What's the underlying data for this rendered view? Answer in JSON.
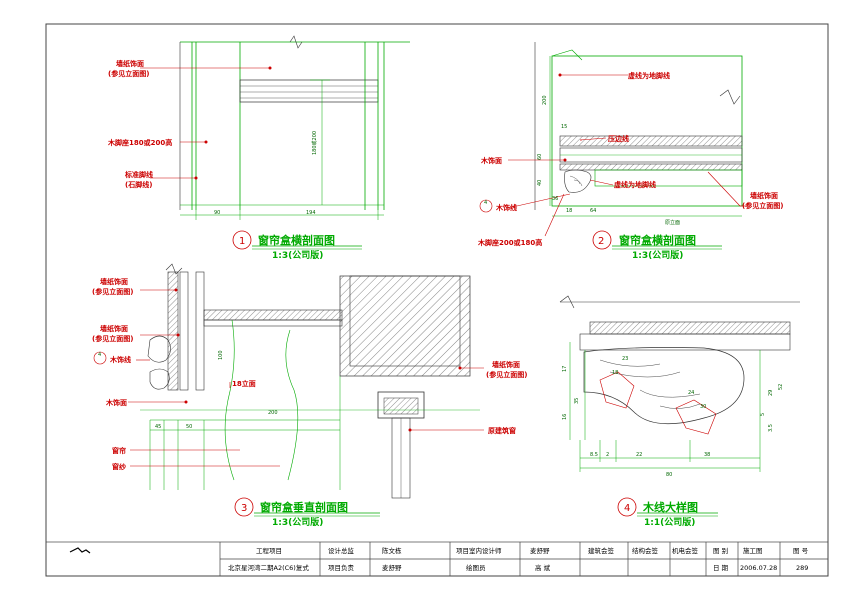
{
  "sections": [
    {
      "number": "1",
      "title": "窗帘盒横剖面图",
      "scale": "1:3(公司版)"
    },
    {
      "number": "2",
      "title": "窗帘盒横剖面图",
      "scale": "1:3(公司版)"
    },
    {
      "number": "3",
      "title": "窗帘盒垂直剖面图",
      "scale": "1:3(公司版)"
    },
    {
      "number": "4",
      "title": "木线大样图",
      "scale": "1:1(公司版)"
    }
  ],
  "labels": {
    "s1_wallpaper": "墙纸饰面",
    "s1_wallpaper_ref": "(参见立面图)",
    "s1_skirting": "木脚座180或200高",
    "s1_std_skirting": "标准脚线",
    "s1_stone_skirting": "(石脚线)",
    "s2_dashed_floor": "虚线为地脚线",
    "s2_press_line": "压边线",
    "s2_wood_face": "木饰面",
    "s2_dashed_floor2": "虚线为地脚线",
    "s2_wood_trim": "木饰线",
    "s2_wallpaper": "墙纸饰面",
    "s2_wallpaper_ref": "(参见立面图)",
    "s2_skirting": "木脚座200或180高",
    "s3_wallpaper_top": "墙纸饰面",
    "s3_wallpaper_top_ref": "(参见立面图)",
    "s3_wallpaper_mid": "墙纸饰面",
    "s3_wallpaper_mid_ref": "(参见立面图)",
    "s3_wood_trim": "木饰线",
    "s3_wood_face": "木饰面",
    "s3_curtain": "窗帘",
    "s3_sheer": "窗纱",
    "s3_curtain_rail": "18立面",
    "s3_wallpaper_right": "墙纸饰面",
    "s3_wallpaper_right_ref": "(参见立面图)",
    "s3_window": "原建筑窗",
    "tag_4": "4"
  },
  "dims": {
    "s1_90": "90",
    "s1_194": "194",
    "s1_h": "180或200",
    "s2_200": "200",
    "s2_15": "15",
    "s2_60": "60",
    "s2_40": "40",
    "s2_18": "18",
    "s2_64": "64",
    "s2_36": "36",
    "s2_wall": "原立面",
    "s3_100": "100",
    "s3_45": "45",
    "s3_50": "50",
    "s3_200": "200",
    "s4_23": "23",
    "s4_18": "18",
    "s4_24": "24",
    "s4_30": "30",
    "s4_8_5": "8.5",
    "s4_2": "2",
    "s4_22": "22",
    "s4_38": "38",
    "s4_80": "80",
    "s4_17": "17",
    "s4_16": "16",
    "s4_35": "35",
    "s4_5": "5",
    "s4_3_5": "3.5",
    "s4_29": "29",
    "s4_52": "52"
  },
  "title_block": {
    "project_label": "工程项目",
    "project_value": "北京星河湾二期A2(C6)复式",
    "design_chief_label": "设计总监",
    "design_chief_value": "陈文栋",
    "project_lead_label": "项目负责",
    "project_lead_value": "麦舒野",
    "interior_designer_label": "项目室内设计师",
    "interior_designer_value": "麦舒野",
    "drafter_label": "绘图员",
    "drafter_value": "高 斌",
    "arch_sign": "建筑会签",
    "struct_sign": "结构会签",
    "mep_sign": "机电会签",
    "drawing_type_label": "图 别",
    "drawing_type_value": "施工图",
    "drawing_no_label": "图 号",
    "drawing_no_value": "289",
    "date_label": "日 期",
    "date_value": "2006.07.28"
  }
}
